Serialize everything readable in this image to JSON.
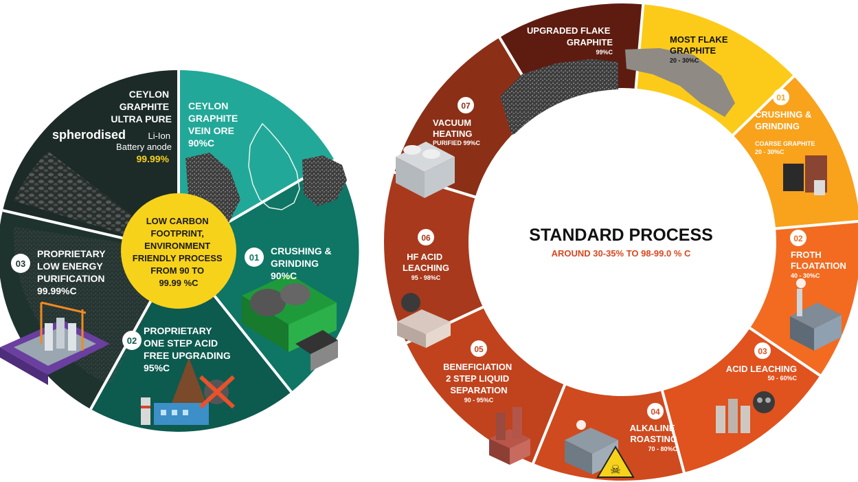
{
  "left_wheel": {
    "center": [
      "LOW CARBON",
      "FOOTPRINT,",
      "ENVIRONMENT",
      "FRIENDLY PROCESS",
      "FROM 90 TO",
      "99.99 %C"
    ],
    "ultra_pure": {
      "lines": [
        "CEYLON",
        "GRAPHITE",
        "ULTRA PURE"
      ],
      "spherodised": "spherodised",
      "li_ion": "Li-Ion",
      "battery": "Battery anode",
      "purity": "99.99%"
    },
    "vein_ore": [
      "CEYLON",
      "GRAPHITE",
      "VEIN ORE",
      "90%C"
    ],
    "step01": {
      "num": "01",
      "lines": [
        "CRUSHING &",
        "GRINDING"
      ],
      "value": "90%C"
    },
    "step02": {
      "num": "02",
      "lines": [
        "PROPRIETARY",
        "ONE STEP ACID",
        "FREE UPGRADING"
      ],
      "value": "95%C"
    },
    "step03": {
      "num": "03",
      "lines": [
        "PROPRIETARY",
        "LOW ENERGY",
        "PURIFICATION"
      ],
      "value": "99.99%C"
    }
  },
  "right_wheel": {
    "title": "STANDARD PROCESS",
    "subtitle": "AROUND 30-35% TO 98-99.0 % C",
    "most_flake": {
      "lines": [
        "MOST FLAKE",
        "GRAPHITE"
      ],
      "value": "20 - 30%C"
    },
    "upgraded_flake": {
      "lines": [
        "UPGRADED FLAKE",
        "GRAPHITE"
      ],
      "value": "99%C"
    },
    "steps": [
      {
        "num": "01",
        "lines": [
          "CRUSHING &",
          "GRINDING"
        ],
        "sub": "COARSE GRAPHITE",
        "value": "20 - 30%C"
      },
      {
        "num": "02",
        "lines": [
          "FROTH",
          "FLOATATION"
        ],
        "value": "40 - 30%C"
      },
      {
        "num": "03",
        "lines": [
          "ACID LEACHING"
        ],
        "value": "50 - 60%C"
      },
      {
        "num": "04",
        "lines": [
          "ALKALINE",
          "ROASTING"
        ],
        "value": "70 - 80%C"
      },
      {
        "num": "05",
        "lines": [
          "BENEFICIATION",
          "2 STEP LIQUID",
          "SEPARATION"
        ],
        "value": "90 - 95%C"
      },
      {
        "num": "06",
        "lines": [
          "HF ACID",
          "LEACHING"
        ],
        "value": "95 - 98%C"
      },
      {
        "num": "07",
        "lines": [
          "VACUUM",
          "HEATING"
        ],
        "sub": "PURIFIED 99%C"
      }
    ]
  },
  "colors": {
    "teal_light": "#22A898",
    "teal_dark": "#0F7565",
    "teal_deep": "#0D5A4F",
    "left_dark": "#1C2B27",
    "yellow": "#F7D21B",
    "right_colors": [
      "#FCCB19",
      "#F9A21C",
      "#F26B21",
      "#E0521E",
      "#CF4A1E",
      "#C0431E",
      "#A8391C",
      "#8B2F17",
      "#5E1C10"
    ]
  }
}
